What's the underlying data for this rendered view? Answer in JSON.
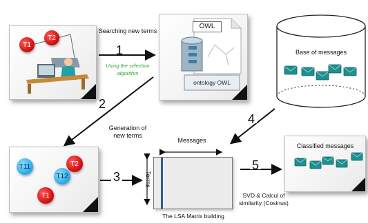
{
  "steps": {
    "step1": {
      "label": "Searching new terms",
      "number": "1",
      "sublabel": "Using the selection algorithm"
    },
    "step2": {
      "label": "Generation of new terms",
      "number": "2"
    },
    "step3": {
      "number": "3"
    },
    "step4": {
      "number": "4"
    },
    "step5": {
      "number": "5",
      "label": "SVD & Calcul of similarity (Cosinus)"
    }
  },
  "ontology": {
    "owl_label": "OWL",
    "caption": "ontology OWL"
  },
  "terms_panel_top": {
    "balls": [
      "T1",
      "T2"
    ]
  },
  "terms_panel_bottom": {
    "balls": [
      "T11",
      "T2",
      "T12",
      "T1"
    ]
  },
  "database": {
    "label": "Base of messages"
  },
  "matrix": {
    "messages_label": "Messages",
    "terms_label": "Terms",
    "caption": "The LSA Matrix building"
  },
  "classified": {
    "label": "Classified messages"
  },
  "colors": {
    "accent_green": "#2aa52a",
    "red_ball": "#d01010",
    "blue_ball": "#2aa8e8",
    "envelope": "#1f8f8f"
  }
}
